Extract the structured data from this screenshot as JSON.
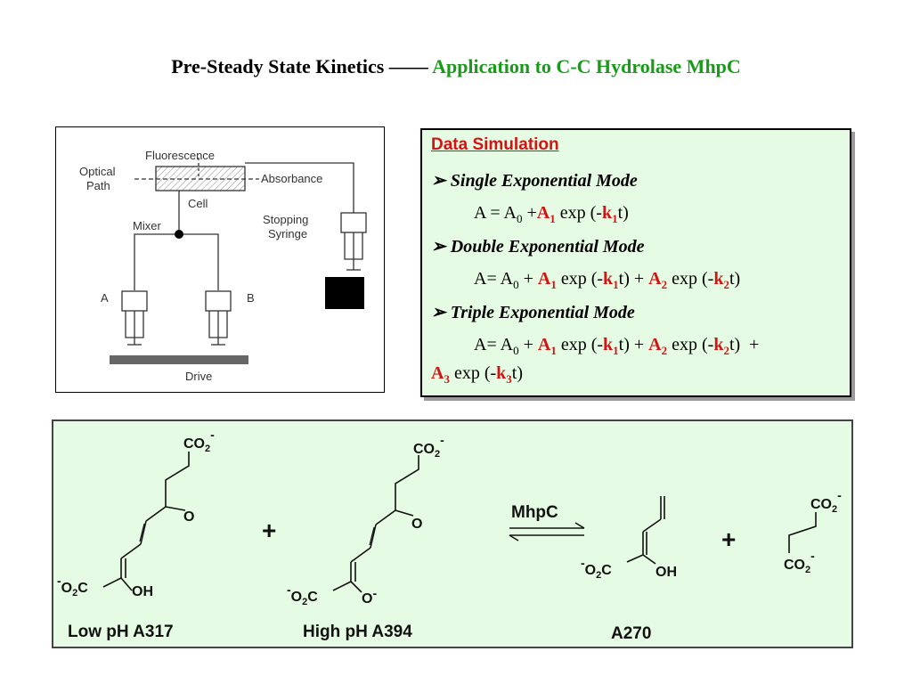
{
  "title": {
    "part1": "Pre-Steady State Kinetics —— ",
    "part2": "Application to C-C Hydrolase MhpC",
    "accent_color": "#1a9a1a"
  },
  "apparatus": {
    "fluorescence": "Fluorescence",
    "optical_path_1": "Optical",
    "optical_path_2": "Path",
    "absorbance": "Absorbance",
    "cell": "Cell",
    "mixer": "Mixer",
    "stopping_1": "Stopping",
    "stopping_2": "Syringe",
    "syringe_a": "A",
    "syringe_b": "B",
    "drive": "Drive"
  },
  "simulation": {
    "heading": "Data Simulation",
    "bullet": "➢",
    "mode1": "Single Exponential Mode",
    "mode2": "Double Exponential Mode",
    "mode3": "Triple Exponential Mode",
    "A": "A",
    "A0": "A",
    "sub0": "0",
    "A1": "A",
    "sub1": "1",
    "A2": "A",
    "sub2": "2",
    "A3": "A",
    "sub3": "3",
    "k": "k",
    "exp": "exp",
    "heading_color": "#d21414",
    "panel_color": "#e6fbe3"
  },
  "reaction": {
    "co2": "CO",
    "two": "2",
    "minus": "-",
    "o": "O",
    "oh": "OH",
    "o_minus": "O",
    "o2c": "O",
    "c": "C",
    "plus": "+",
    "enzyme": "MhpC",
    "label_low": "Low pH A317",
    "label_high": "High pH A394",
    "label_product": "A270"
  }
}
